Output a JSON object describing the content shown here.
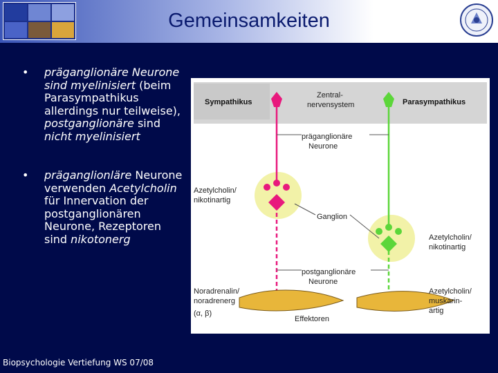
{
  "header": {
    "title": "Gemeinsamkeiten"
  },
  "bullets": [
    {
      "marker": "•",
      "segments": [
        {
          "text": "präganglionäre Neurone sind ",
          "italic": true
        },
        {
          "text": "myelinisiert",
          "italic": true
        },
        {
          "text": " (beim Parasympathikus allerdings nur teilweise), ",
          "italic": false
        },
        {
          "text": "postganglionäre",
          "italic": true
        },
        {
          "text": " sind ",
          "italic": false
        },
        {
          "text": "nicht myelinisiert",
          "italic": true
        }
      ]
    },
    {
      "marker": "•",
      "segments": [
        {
          "text": "präganglionläre",
          "italic": true
        },
        {
          "text": " Neurone verwenden ",
          "italic": false
        },
        {
          "text": "Acetylcholin",
          "italic": true
        },
        {
          "text": " für Innervation der postganglionären Neurone, Rezeptoren sind ",
          "italic": false
        },
        {
          "text": "nikotonerg",
          "italic": true
        }
      ]
    }
  ],
  "footer": {
    "text": "Biopsychologie Vertiefung WS 07/08"
  },
  "diagram": {
    "sympathikus": "Sympathikus",
    "parasympathikus": "Parasympathikus",
    "zns_line1": "Zentral-",
    "zns_line2": "nervensystem",
    "pre_line1": "präganglionäre",
    "pre_line2": "Neurone",
    "azetyl_left_line1": "Azetylcholin/",
    "azetyl_left_line2": "nikotinartig",
    "ganglion": "Ganglion",
    "azetyl_right_line1": "Azetylcholin/",
    "azetyl_right_line2": "nikotinartig",
    "post_line1": "postganglionäre",
    "post_line2": "Neurone",
    "noradr_line1": "Noradrenalin/",
    "noradr_line2": "noradrenerg",
    "noradr_line3": "(α, β)",
    "effektoren": "Effektoren",
    "azetyl_musk_line1": "Azetylcholin/",
    "azetyl_musk_line2": "muskarin-",
    "azetyl_musk_line3": "artig"
  },
  "colors": {
    "background": "#000a4a",
    "sympathetic": "#e8197d",
    "parasympathetic": "#5cd63a",
    "panel": "#d8d8d8"
  }
}
